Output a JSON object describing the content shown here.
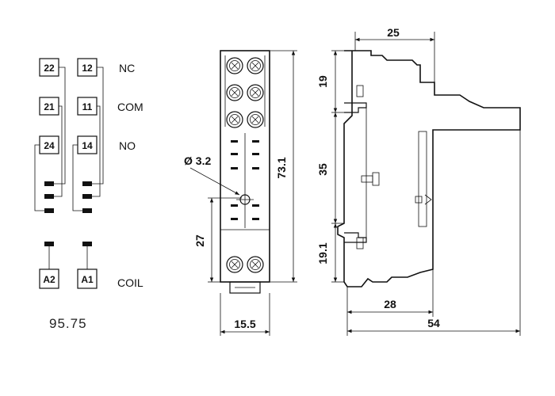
{
  "schematic": {
    "terminals": [
      "22",
      "12",
      "21",
      "11",
      "24",
      "14",
      "A2",
      "A1"
    ],
    "labels": {
      "nc": "NC",
      "com": "COM",
      "no": "NO",
      "coil": "COIL"
    },
    "model": "95.75"
  },
  "front_view": {
    "hole_diameter": "Ø 3.2",
    "height": "73.1",
    "lower_height": "27",
    "width": "15.5"
  },
  "side_view": {
    "top_width": "25",
    "upper_height": "19",
    "mid_height": "35",
    "lower_height": "19.1",
    "inner_width": "28",
    "total_width": "54"
  }
}
